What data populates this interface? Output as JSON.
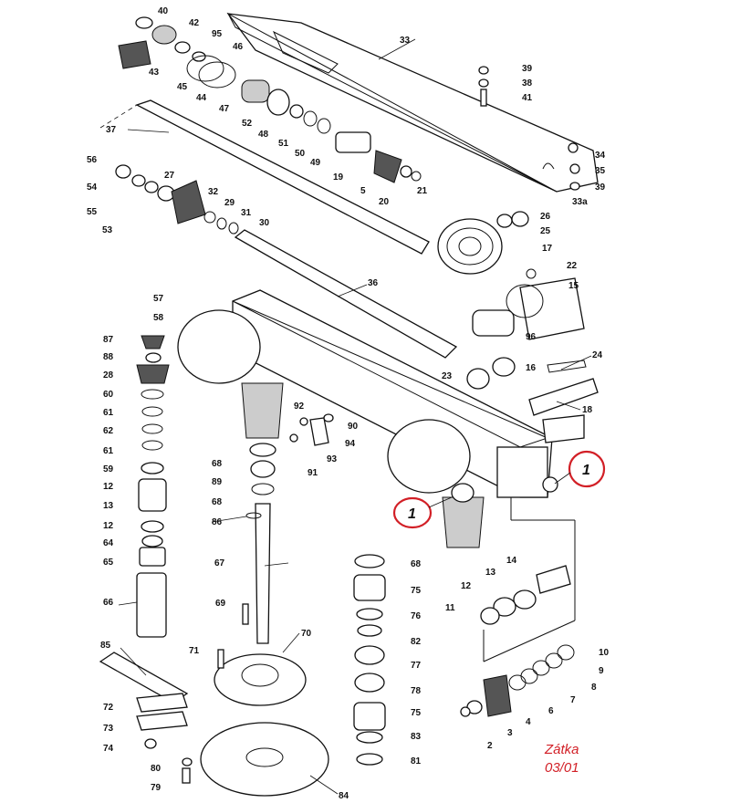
{
  "part_labels": [
    "40",
    "42",
    "95",
    "46",
    "43",
    "45",
    "44",
    "47",
    "52",
    "48",
    "51",
    "50",
    "49",
    "19",
    "5",
    "20",
    "21",
    "33",
    "39",
    "38",
    "41",
    "34",
    "35",
    "39",
    "33a",
    "37",
    "56",
    "54",
    "55",
    "53",
    "27",
    "32",
    "29",
    "31",
    "30",
    "26",
    "25",
    "17",
    "22",
    "15",
    "36",
    "57",
    "58",
    "96",
    "16",
    "23",
    "24",
    "18",
    "87",
    "88",
    "28",
    "60",
    "61",
    "62",
    "61",
    "59",
    "12",
    "13",
    "12",
    "64",
    "65",
    "66",
    "92",
    "90",
    "94",
    "93",
    "91",
    "68",
    "89",
    "68",
    "86",
    "67",
    "69",
    "70",
    "71",
    "85",
    "72",
    "73",
    "74",
    "80",
    "79",
    "84",
    "68",
    "75",
    "76",
    "82",
    "77",
    "78",
    "75",
    "83",
    "81",
    "14",
    "13",
    "12",
    "11",
    "10",
    "9",
    "8",
    "7",
    "6",
    "4",
    "3",
    "2"
  ],
  "marker_label": "1",
  "note_lines": [
    "Zátka",
    "03/01"
  ],
  "colors": {
    "marker": "#d21f26",
    "line": "#111111"
  }
}
